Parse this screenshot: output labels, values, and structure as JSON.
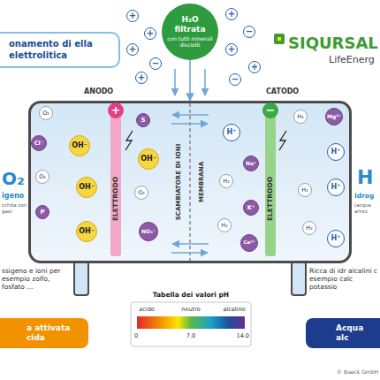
{
  "diagram": {
    "nodes": [
      {
        "text": [
          "onamento di ella elettrolitica"
        ]
      },
      {
        "text": [
          "H₂O filtrata",
          "con tutti minerali disciolti"
        ]
      },
      {
        "text": [
          "+"
        ]
      },
      {
        "text": [
          "+"
        ]
      },
      {
        "text": [
          "+"
        ]
      },
      {
        "text": [
          "−"
        ]
      },
      {
        "text": [
          "+"
        ]
      },
      {
        "text": [
          "+"
        ]
      },
      {
        "text": [
          "−"
        ]
      },
      {
        "text": [
          "+"
        ]
      },
      {
        "text": [
          "+"
        ]
      },
      {
        "text": [
          "−"
        ]
      },
      {
        "text": [
          "ANODO",
          "CATODO"
        ]
      },
      {
        "text": [
          "+",
          "ELETTRODO"
        ],
        "in": 12
      },
      {
        "text": [
          "SCAMBIATORE DI IONI",
          "MEMBRANA"
        ],
        "in": 12
      },
      {
        "text": [
          "−",
          "ELETTRODO"
        ],
        "in": 12
      },
      {
        "text": [
          "O₂"
        ],
        "in": 12
      },
      {
        "text": [
          "Cl⁻"
        ],
        "in": 12
      },
      {
        "text": [
          "OH⁻"
        ],
        "in": 12
      },
      {
        "text": [
          "S"
        ],
        "in": 12
      },
      {
        "text": [
          "OH⁻"
        ],
        "in": 12
      },
      {
        "text": [
          "O₂"
        ],
        "in": 12
      },
      {
        "text": [
          "OH⁻"
        ],
        "in": 12
      },
      {
        "text": [
          "O₂"
        ],
        "in": 12
      },
      {
        "text": [
          "P"
        ],
        "in": 12
      },
      {
        "text": [
          "OH⁻"
        ],
        "in": 12
      },
      {
        "text": [
          "NO₃⁻"
        ],
        "in": 12
      },
      {
        "text": [
          "H⁺"
        ],
        "in": 12
      },
      {
        "text": [
          "H₂"
        ],
        "in": 12
      },
      {
        "text": [
          "Mg²⁺"
        ],
        "in": 12
      },
      {
        "text": [
          "Na⁺"
        ],
        "in": 12
      },
      {
        "text": [
          "H₂"
        ],
        "in": 12
      },
      {
        "text": [
          "H⁺"
        ],
        "in": 12
      },
      {
        "text": [
          "H₂"
        ],
        "in": 12
      },
      {
        "text": [
          "H⁺"
        ],
        "in": 12
      },
      {
        "text": [
          "K⁺"
        ],
        "in": 12
      },
      {
        "text": [
          "H₂"
        ],
        "in": 12
      },
      {
        "text": [
          "H₂"
        ],
        "in": 12
      },
      {
        "text": [
          "Ca²⁺"
        ],
        "in": 12
      },
      {
        "text": [
          "H⁺"
        ],
        "in": 12
      },
      {
        "text": [
          "a attivata cida"
        ]
      },
      {
        "text": [
          "Acqua alc"
        ]
      }
    ],
    "edges": [
      {
        "from": 1,
        "to": 12,
        "arrow": "to"
      }
    ],
    "labels": [
      "SIQURSAL",
      "LifeEnerg",
      "O₂",
      "igeno",
      "cchita con gas)",
      "ssigeno e ioni per esempio zolfo, fosfato ...",
      "H",
      "Idrog",
      "(acqua arricc",
      "Ricca di idr alcalini c esempio calc potassio",
      "Tabella dei valori pH",
      "acido",
      "neutro",
      "alcalino",
      "0",
      "7.0",
      "14.0",
      "© Baeck GmbH"
    ]
  }
}
